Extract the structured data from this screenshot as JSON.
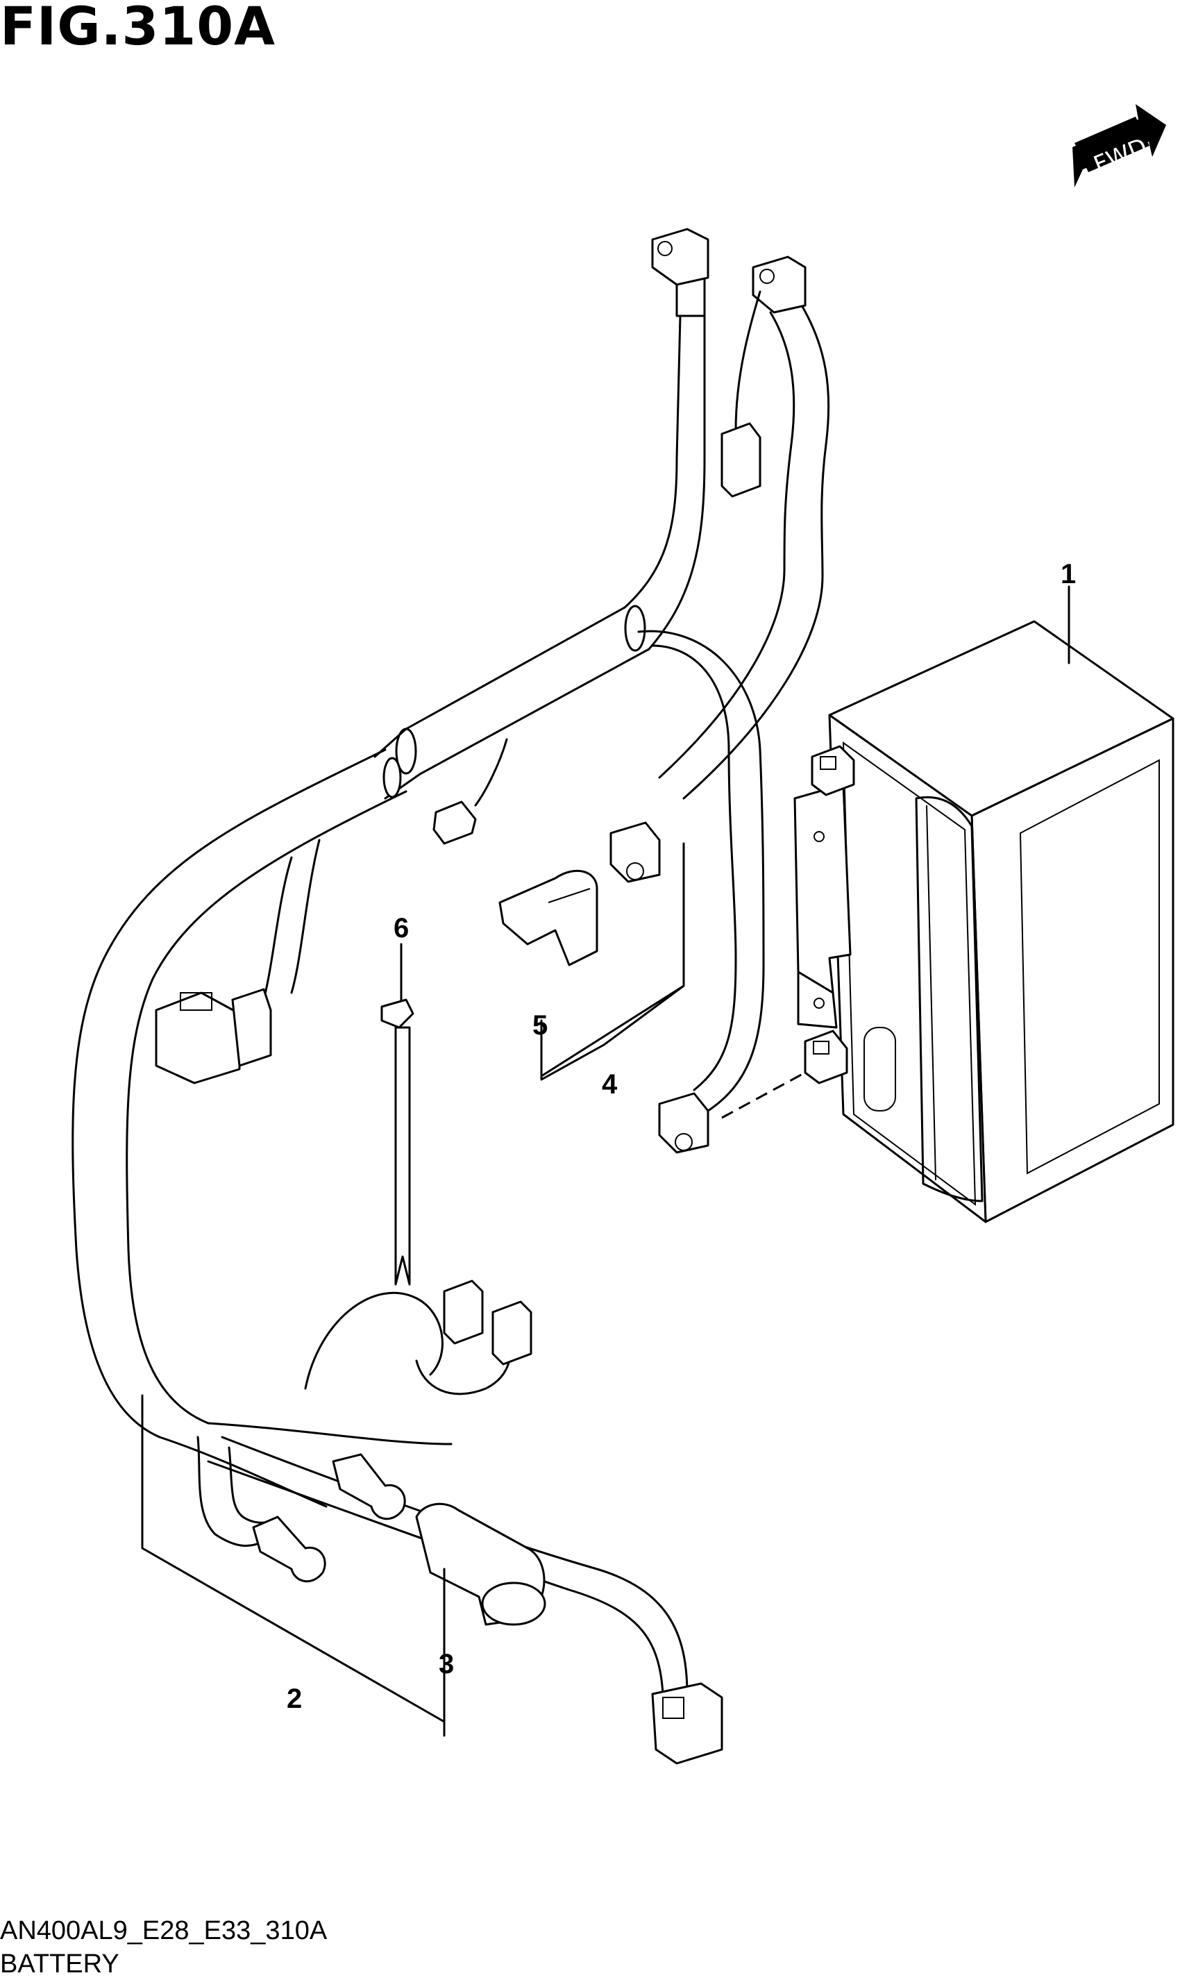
{
  "figure": {
    "title": "FIG.310A",
    "model_code": "AN400AL9_E28_E33_310A",
    "section": "BATTERY",
    "direction_label": "FWD"
  },
  "callouts": [
    {
      "id": "1",
      "label": "1"
    },
    {
      "id": "2",
      "label": "2"
    },
    {
      "id": "3",
      "label": "3"
    },
    {
      "id": "4",
      "label": "4"
    },
    {
      "id": "5",
      "label": "5"
    },
    {
      "id": "6",
      "label": "6"
    }
  ],
  "colors": {
    "line": "#000000",
    "background": "#ffffff"
  }
}
